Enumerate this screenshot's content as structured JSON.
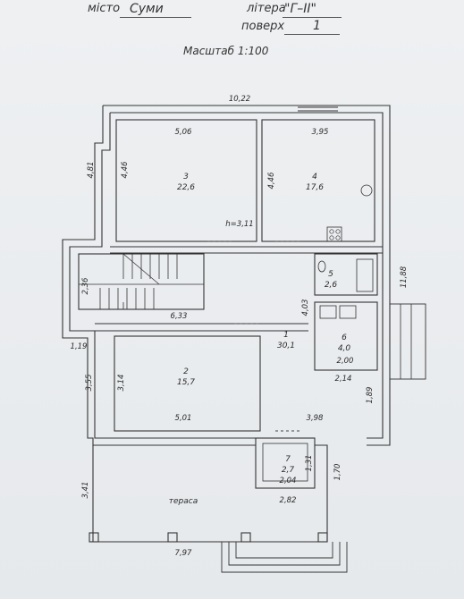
{
  "header": {
    "city_label": "місто",
    "city_value": "Суми",
    "litera_label": "літера",
    "litera_value": "\"Г–ІІ\"",
    "floor_label": "поверх",
    "floor_value": "1",
    "scale": "Масштаб 1:100"
  },
  "rooms": [
    {
      "number": "3",
      "area": "22,6"
    },
    {
      "number": "4",
      "area": "17,6"
    },
    {
      "number": "5",
      "area": "2,6"
    },
    {
      "number": "1",
      "area": "30,1"
    },
    {
      "number": "6",
      "area": "4,0"
    },
    {
      "number": "2",
      "area": "15,7"
    },
    {
      "number": "7",
      "area": "2,7"
    }
  ],
  "terrace_label": "тераса",
  "height_label": "h=3,11",
  "dimensions": {
    "top_total": "10,22",
    "room3_width": "5,06",
    "room4_width": "3,95",
    "left_outer_top": "4,81",
    "room3_height": "4,46",
    "room4_height": "4,46",
    "right_outer": "11,88",
    "stair_height": "2,36",
    "hall_width": "6,33",
    "hall_height": "4,03",
    "left_step": "1,19",
    "room2_outer": "3,55",
    "room2_height": "3,14",
    "room6_width": "2,00",
    "room6_right": "2,14",
    "right_lower": "1,89",
    "room2_width": "5,01",
    "lower_right": "3,98",
    "vest_height": "1,31",
    "vest_width": "2,04",
    "right_step": "1,70",
    "terrace_height": "3,41",
    "terrace_right": "2,82",
    "terrace_width": "7,97"
  }
}
